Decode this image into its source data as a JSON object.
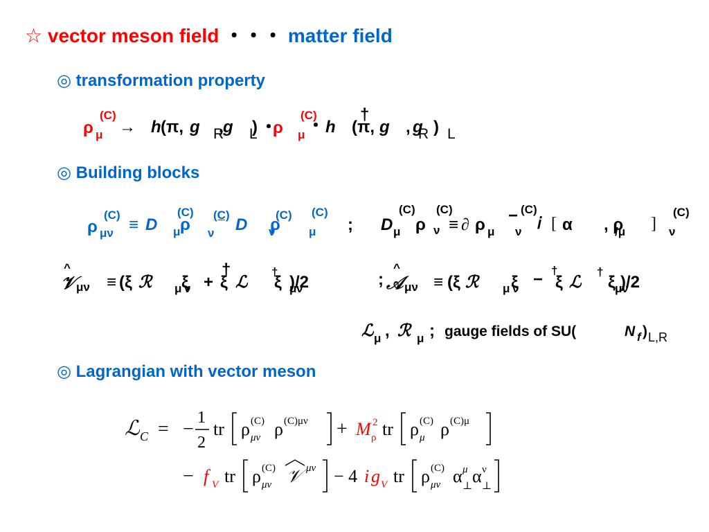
{
  "title": {
    "star": "☆",
    "part1": "vector meson field",
    "dots": "・・・",
    "part2": "matter field"
  },
  "sections": {
    "marker": "◎",
    "transformation": "transformation property",
    "blocks": "Building blocks",
    "lagrangian": "Lagrangian with vector meson"
  },
  "eq1": {
    "rho": "ρ",
    "mu": "μ",
    "C": "(C)",
    "arrow": "→",
    "h": "h",
    "args": "(π,",
    "g": "g",
    "comma": ",",
    "close": ")",
    "R": "R",
    "L": "L",
    "dot": "・",
    "dagger": "†",
    "rho2": "ρ"
  },
  "eq2": {
    "rho": "ρ",
    "munu": "μν",
    "C": "(C)",
    "equiv": "≡",
    "D": "D",
    "mu": "μ",
    "nu": "ν",
    "semi": ";",
    "partial": "∂",
    "minus": "−",
    "i": "𝑖",
    "lbr": "[",
    "rbr": "]",
    "alpha": "α",
    "commaRho": ", ρ",
    "alphamu": "/μ"
  },
  "eq3": {
    "V": "𝒱",
    "A": "𝒜",
    "hat": "^",
    "munu": "μν",
    "equiv": "≡",
    "open": "(ξ",
    "R": "ℛ",
    "L": "ℒ",
    "xi": "ξ",
    "plus": "+",
    "minus": "−",
    "dagger": "†",
    "half": ")/2",
    "mu": "μ",
    "nu": "ν",
    "semi": ";"
  },
  "gauge": {
    "L": "ℒ",
    "R": "ℛ",
    "mu": "μ",
    "comma": ",",
    "semi": ";",
    "text": "gauge fields of SU(",
    "N": "N",
    "f": "f",
    "close": ")",
    "LR": "L,R"
  },
  "lagr": {
    "L": "ℒ",
    "C": "C",
    "eq": "=",
    "minus": "−",
    "one": "1",
    "two": "2",
    "tr": "tr",
    "rho": "ρ",
    "sup": "(C)",
    "supmunu": "(C)μν",
    "supmu": "(C)μ",
    "munu": "μν",
    "mu": "μ",
    "plus": "+",
    "M": "M",
    "Msq": "2",
    "Mrho": "ρ",
    "f": "f",
    "V": "V",
    "hatV": "𝒱",
    "four": "− 4",
    "i": "i",
    "g": "g",
    "alpha": "α",
    "perp": "⊥",
    "nu": "ν"
  }
}
